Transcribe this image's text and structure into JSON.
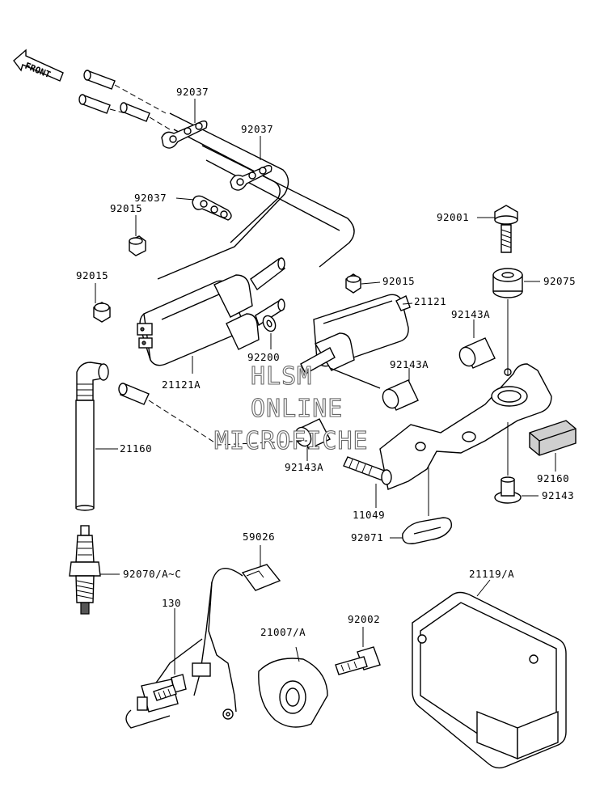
{
  "orientation": {
    "front_label": "FRONT"
  },
  "watermark": {
    "line1": "HLSM",
    "line2": "ONLINE",
    "line3": "MICROFICHE"
  },
  "part_labels": {
    "p92037_a": "92037",
    "p92037_b": "92037",
    "p92037_c": "92037",
    "p92015_a": "92015",
    "p92015_b": "92015",
    "p92015_c": "92015",
    "p21121": "21121",
    "p21121A": "21121A",
    "p92200": "92200",
    "p92143A_a": "92143A",
    "p92143A_b": "92143A",
    "p92143A_c": "92143A",
    "p92001": "92001",
    "p92075": "92075",
    "p21160": "21160",
    "p92160": "92160",
    "p92143": "92143",
    "p11049": "11049",
    "p92071": "92071",
    "p59026": "59026",
    "p92070": "92070/A~C",
    "p130": "130",
    "p21007": "21007/A",
    "p92002": "92002",
    "p21119": "21119/A"
  }
}
